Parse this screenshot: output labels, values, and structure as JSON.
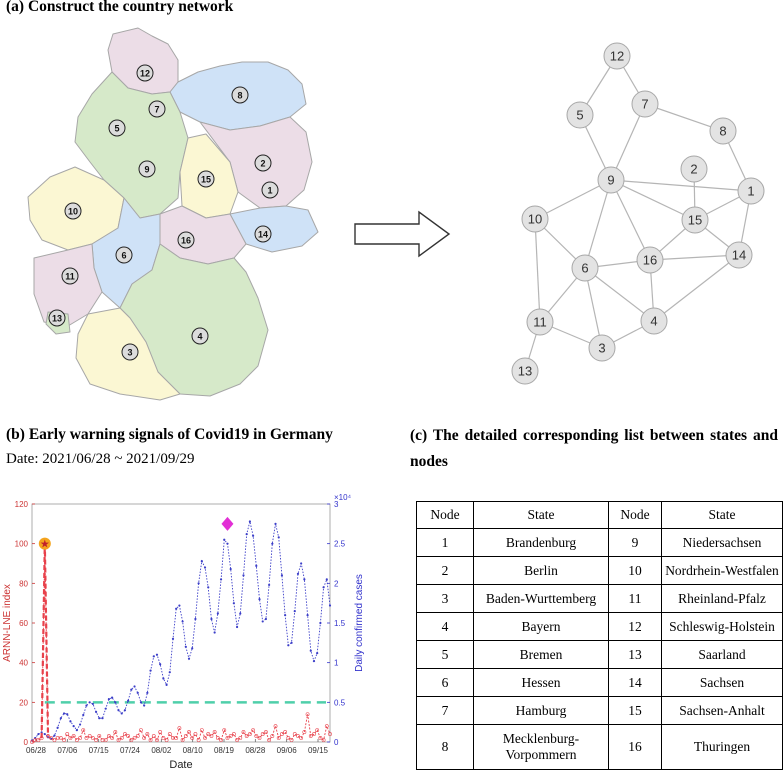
{
  "panel_a": {
    "title": "(a)  Construct the country network"
  },
  "map_regions": [
    "12",
    "7",
    "8",
    "5",
    "2",
    "9",
    "15",
    "1",
    "10",
    "6",
    "16",
    "14",
    "11",
    "13",
    "3",
    "4"
  ],
  "network": {
    "nodes": [
      "12",
      "5",
      "7",
      "8",
      "2",
      "9",
      "1",
      "15",
      "10",
      "16",
      "14",
      "6",
      "11",
      "4",
      "3",
      "13"
    ],
    "edges": [
      [
        "12",
        "5"
      ],
      [
        "12",
        "7"
      ],
      [
        "7",
        "9"
      ],
      [
        "7",
        "8"
      ],
      [
        "5",
        "9"
      ],
      [
        "8",
        "1"
      ],
      [
        "9",
        "10"
      ],
      [
        "9",
        "15"
      ],
      [
        "9",
        "16"
      ],
      [
        "9",
        "6"
      ],
      [
        "15",
        "1"
      ],
      [
        "2",
        "15"
      ],
      [
        "1",
        "14"
      ],
      [
        "15",
        "16"
      ],
      [
        "15",
        "14"
      ],
      [
        "10",
        "6"
      ],
      [
        "10",
        "11"
      ],
      [
        "6",
        "16"
      ],
      [
        "6",
        "11"
      ],
      [
        "6",
        "4"
      ],
      [
        "6",
        "3"
      ],
      [
        "16",
        "14"
      ],
      [
        "16",
        "4"
      ],
      [
        "14",
        "4"
      ],
      [
        "4",
        "3"
      ],
      [
        "11",
        "3"
      ],
      [
        "11",
        "13"
      ],
      [
        "9",
        "1"
      ]
    ]
  },
  "panel_b": {
    "title": "(b)  Early warning signals of Covid19 in Germany",
    "date": "Date: 2021/06/28 ~ 2021/09/29"
  },
  "panel_c": {
    "title": "(c)  The detailed corresponding list between states and nodes",
    "headers": [
      "Node",
      "State",
      "Node",
      "State"
    ],
    "rows": [
      [
        "1",
        "Brandenburg",
        "9",
        "Niedersachsen"
      ],
      [
        "2",
        "Berlin",
        "10",
        "Nordrhein-Westfalen"
      ],
      [
        "3",
        "Baden-Wurttemberg",
        "11",
        "Rheinland-Pfalz"
      ],
      [
        "4",
        "Bayern",
        "12",
        "Schleswig-Holstein"
      ],
      [
        "5",
        "Bremen",
        "13",
        "Saarland"
      ],
      [
        "6",
        "Hessen",
        "14",
        "Sachsen"
      ],
      [
        "7",
        "Hamburg",
        "15",
        "Sachsen-Anhalt"
      ],
      [
        "8",
        "Mecklenburg-Vorpommern",
        "16",
        "Thuringen"
      ]
    ]
  },
  "chart_data": {
    "type": "line",
    "xlabel": "Date",
    "ylabel": "ARNN-LNE index",
    "y2label": "Daily confirmed cases",
    "y2_multiplier": "×10⁴",
    "x_ticks": [
      "06/28",
      "07/06",
      "07/15",
      "07/24",
      "08/02",
      "08/10",
      "08/19",
      "08/28",
      "09/06",
      "09/15"
    ],
    "y_ticks": [
      "0",
      "20",
      "40",
      "60",
      "80",
      "100",
      "120"
    ],
    "y2_ticks": [
      "0",
      "0.5",
      "1",
      "1.5",
      "2",
      "2.5",
      "3"
    ],
    "ylim": [
      0,
      120
    ],
    "y2lim": [
      0,
      3
    ],
    "colors": {
      "index": "#e8414b",
      "cases": "#3b3ec8",
      "threshold": "#4fcfaa",
      "peak_marker": "#e22fd5",
      "warning_marker": "#f4a41d"
    },
    "series": [
      {
        "name": "ARNN-LNE index",
        "axis": "left",
        "values": [
          0,
          1,
          1,
          2,
          100,
          3,
          2,
          1,
          2,
          2,
          1,
          4,
          2,
          3,
          1,
          2,
          6,
          2,
          3,
          2,
          1,
          3,
          1,
          1,
          3,
          2,
          5,
          1,
          2,
          4,
          3,
          1,
          2,
          3,
          6,
          2,
          4,
          1,
          3,
          1,
          5,
          2,
          1,
          4,
          2,
          2,
          7,
          1,
          3,
          5,
          2,
          4,
          1,
          6,
          2,
          4,
          3,
          5,
          2,
          1,
          6,
          2,
          3,
          4,
          1,
          2,
          5,
          3,
          4,
          6,
          3,
          2,
          4,
          5,
          1,
          3,
          8,
          2,
          4,
          5,
          2,
          1,
          4,
          3,
          2,
          5,
          14,
          3,
          4,
          6,
          2,
          1,
          8,
          4
        ]
      },
      {
        "name": "Daily confirmed cases",
        "axis": "right",
        "values": [
          0.02,
          0.05,
          0.1,
          0.12,
          0.1,
          0.06,
          0.04,
          0.08,
          0.18,
          0.3,
          0.36,
          0.35,
          0.26,
          0.2,
          0.15,
          0.22,
          0.34,
          0.46,
          0.5,
          0.48,
          0.38,
          0.3,
          0.3,
          0.42,
          0.54,
          0.56,
          0.5,
          0.4,
          0.36,
          0.4,
          0.52,
          0.66,
          0.7,
          0.62,
          0.5,
          0.46,
          0.62,
          0.9,
          1.08,
          1.1,
          0.98,
          0.8,
          0.72,
          0.88,
          1.3,
          1.68,
          1.72,
          1.52,
          1.2,
          1.05,
          1.18,
          1.55,
          2.0,
          2.28,
          2.2,
          1.95,
          1.55,
          1.38,
          1.62,
          2.05,
          2.55,
          2.5,
          2.18,
          1.75,
          1.45,
          1.62,
          2.1,
          2.62,
          2.78,
          2.6,
          2.22,
          1.8,
          1.52,
          1.55,
          1.98,
          2.5,
          2.75,
          2.58,
          2.1,
          1.6,
          1.22,
          1.25,
          1.65,
          2.12,
          2.25,
          2.05,
          1.6,
          1.15,
          1.02,
          1.12,
          1.5,
          1.95,
          2.05,
          1.72
        ]
      }
    ],
    "threshold": 20,
    "warning_point": {
      "x_index": 4,
      "value": 100
    },
    "peak_point": {
      "x_index": 61,
      "value": 2.75
    }
  }
}
